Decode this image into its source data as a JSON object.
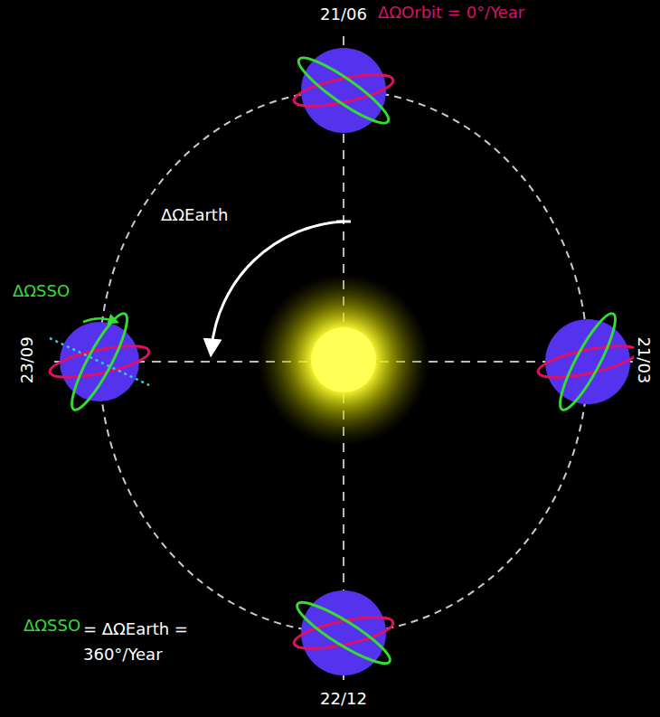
{
  "diagram": {
    "labels": [
      "21/06",
      "ΔΩOrbit = 0°/Year",
      "ΔΩEarth",
      "ΔΩSSO",
      "23/09",
      "21/03",
      "22/12",
      "ΔΩSSO",
      "= ΔΩEarth = 360°/Year"
    ]
  }
}
